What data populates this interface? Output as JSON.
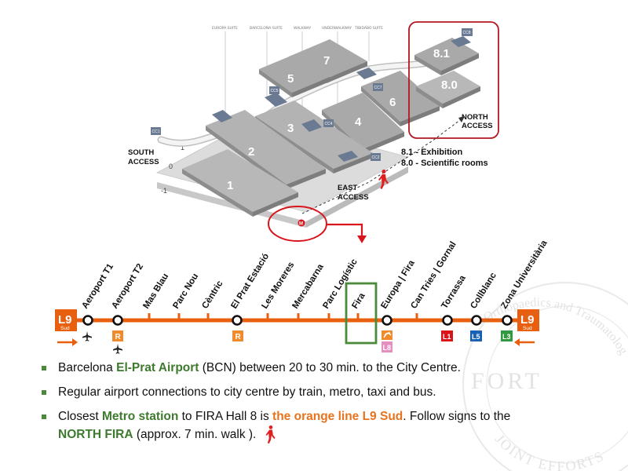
{
  "venue": {
    "suites": [
      "EUROPA SUITE",
      "BARCELONA SUITE",
      "WALKWAY",
      "UNDERWALKWAY",
      "TIBIDABO SUITE"
    ],
    "halls": [
      "1",
      "2",
      "3",
      "4",
      "5",
      "6",
      "7",
      "8.0",
      "8.1"
    ],
    "congress_centres": [
      "CC1",
      "CC2",
      "CC3",
      "CC4",
      "CC5",
      "CC6",
      "CC7",
      "CC8"
    ],
    "levels": [
      "1",
      "0",
      "-1"
    ],
    "south_access": [
      "SOUTH",
      "ACCESS"
    ],
    "east_access": [
      "EAST",
      "ACCESS"
    ],
    "north_access": [
      "NORTH",
      "ACCESS"
    ],
    "legend": [
      "8.1 - Exhibition",
      "8.0 - Scientific rooms"
    ],
    "metro_icon": "metro-logo-icon",
    "walk_icon": "pedestrian-icon",
    "highlight_color": "#d9141b"
  },
  "metro": {
    "line": "L9",
    "line_sub": "Sud",
    "line_color": "#e8600f",
    "stations": [
      "Aeroport T1",
      "Aeroport T2",
      "Mas Blau",
      "Parc Nou",
      "Cèntric",
      "El Prat Estació",
      "Les Moreres",
      "Mercabarna",
      "Parc Logístic",
      "Fira",
      "Europa | Fira",
      "Can Tries | Gornal",
      "Torrassa",
      "Collblanc",
      "Zona Universitària"
    ],
    "connections": {
      "aeroport_t1": "airplane-icon",
      "aeroport_t2_a": "R",
      "aeroport_t2_b": "airplane-icon",
      "el_prat": "R",
      "europa_a": "fgc-icon",
      "europa_b": "L8",
      "torrassa": "L1",
      "collblanc": "L5",
      "zona": "L3"
    },
    "connection_colors": {
      "R": "#f08a2a",
      "L8": "#e58fc0",
      "L1": "#d9141b",
      "L5": "#1560b8",
      "L3": "#2e9a3d",
      "FGC": "#f08a2a"
    },
    "fira_highlight_color": "#4a8a3a"
  },
  "bullets": [
    {
      "pre": "Barcelona ",
      "hl": "El-Prat Airport",
      "post": " (BCN) between 20 to 30 min. to the City Centre."
    },
    {
      "text": "Regular airport connections to city centre by train, metro, taxi and bus."
    },
    {
      "pre": "Closest ",
      "hl": "Metro station",
      "mid": " to FIRA Hall 8 is ",
      "hl2": "the orange line L9 Sud",
      "mid2": ". Follow signs to the",
      "hl3": "NORTH FIRA",
      "post": "  (approx. 7 min. walk )."
    }
  ],
  "watermark": [
    "Orthopaedics and Traumatology",
    "FORT",
    "JOINT EFFORTS"
  ]
}
